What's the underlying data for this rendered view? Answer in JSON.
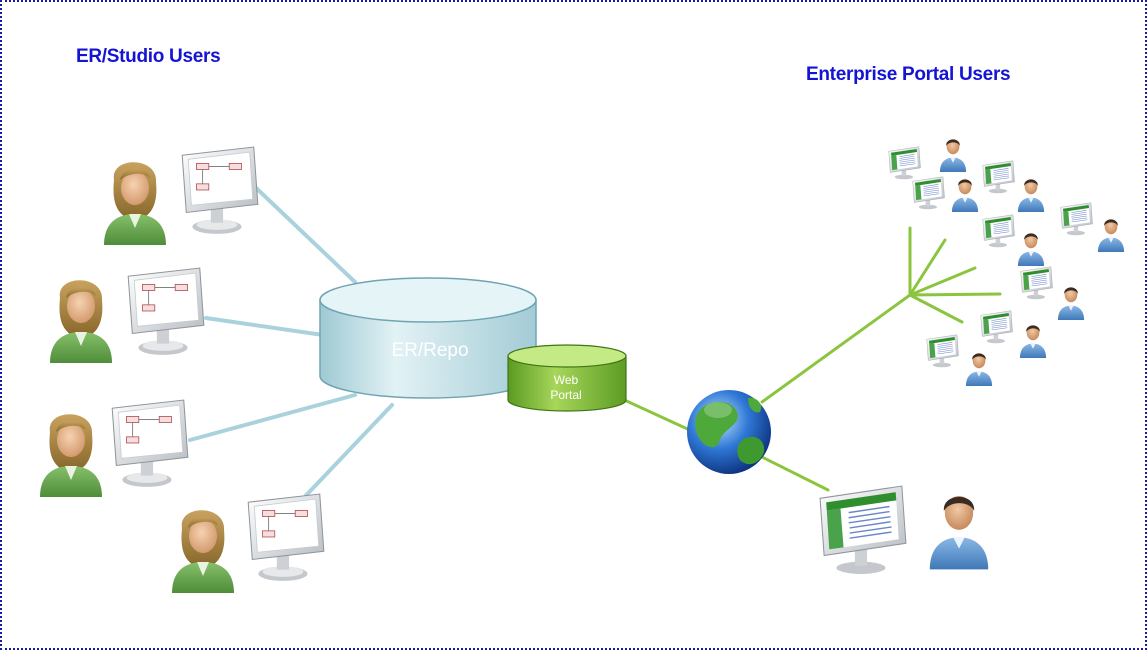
{
  "titles": {
    "er_studio_users": "ER/Studio Users",
    "enterprise_portal_users": "Enterprise Portal Users"
  },
  "repository": {
    "label": "ER/Repo"
  },
  "portal": {
    "line1": "Web",
    "line2": "Portal"
  },
  "colors": {
    "title_text": "#1414d4",
    "border": "#1a1a9e",
    "repo_fill": "#cfe9ee",
    "portal_fill": "#8bc53f",
    "connector_blue": "#a9d2dc",
    "connector_green": "#8bc53f"
  },
  "icons": {
    "er_studio_user": "female-user-icon",
    "er_studio_workstation": "monitor-with-diagram-icon",
    "portal_user": "male-user-icon",
    "portal_workstation": "monitor-with-document-icon",
    "internet": "globe-icon",
    "database": "database-cylinder-icon"
  }
}
